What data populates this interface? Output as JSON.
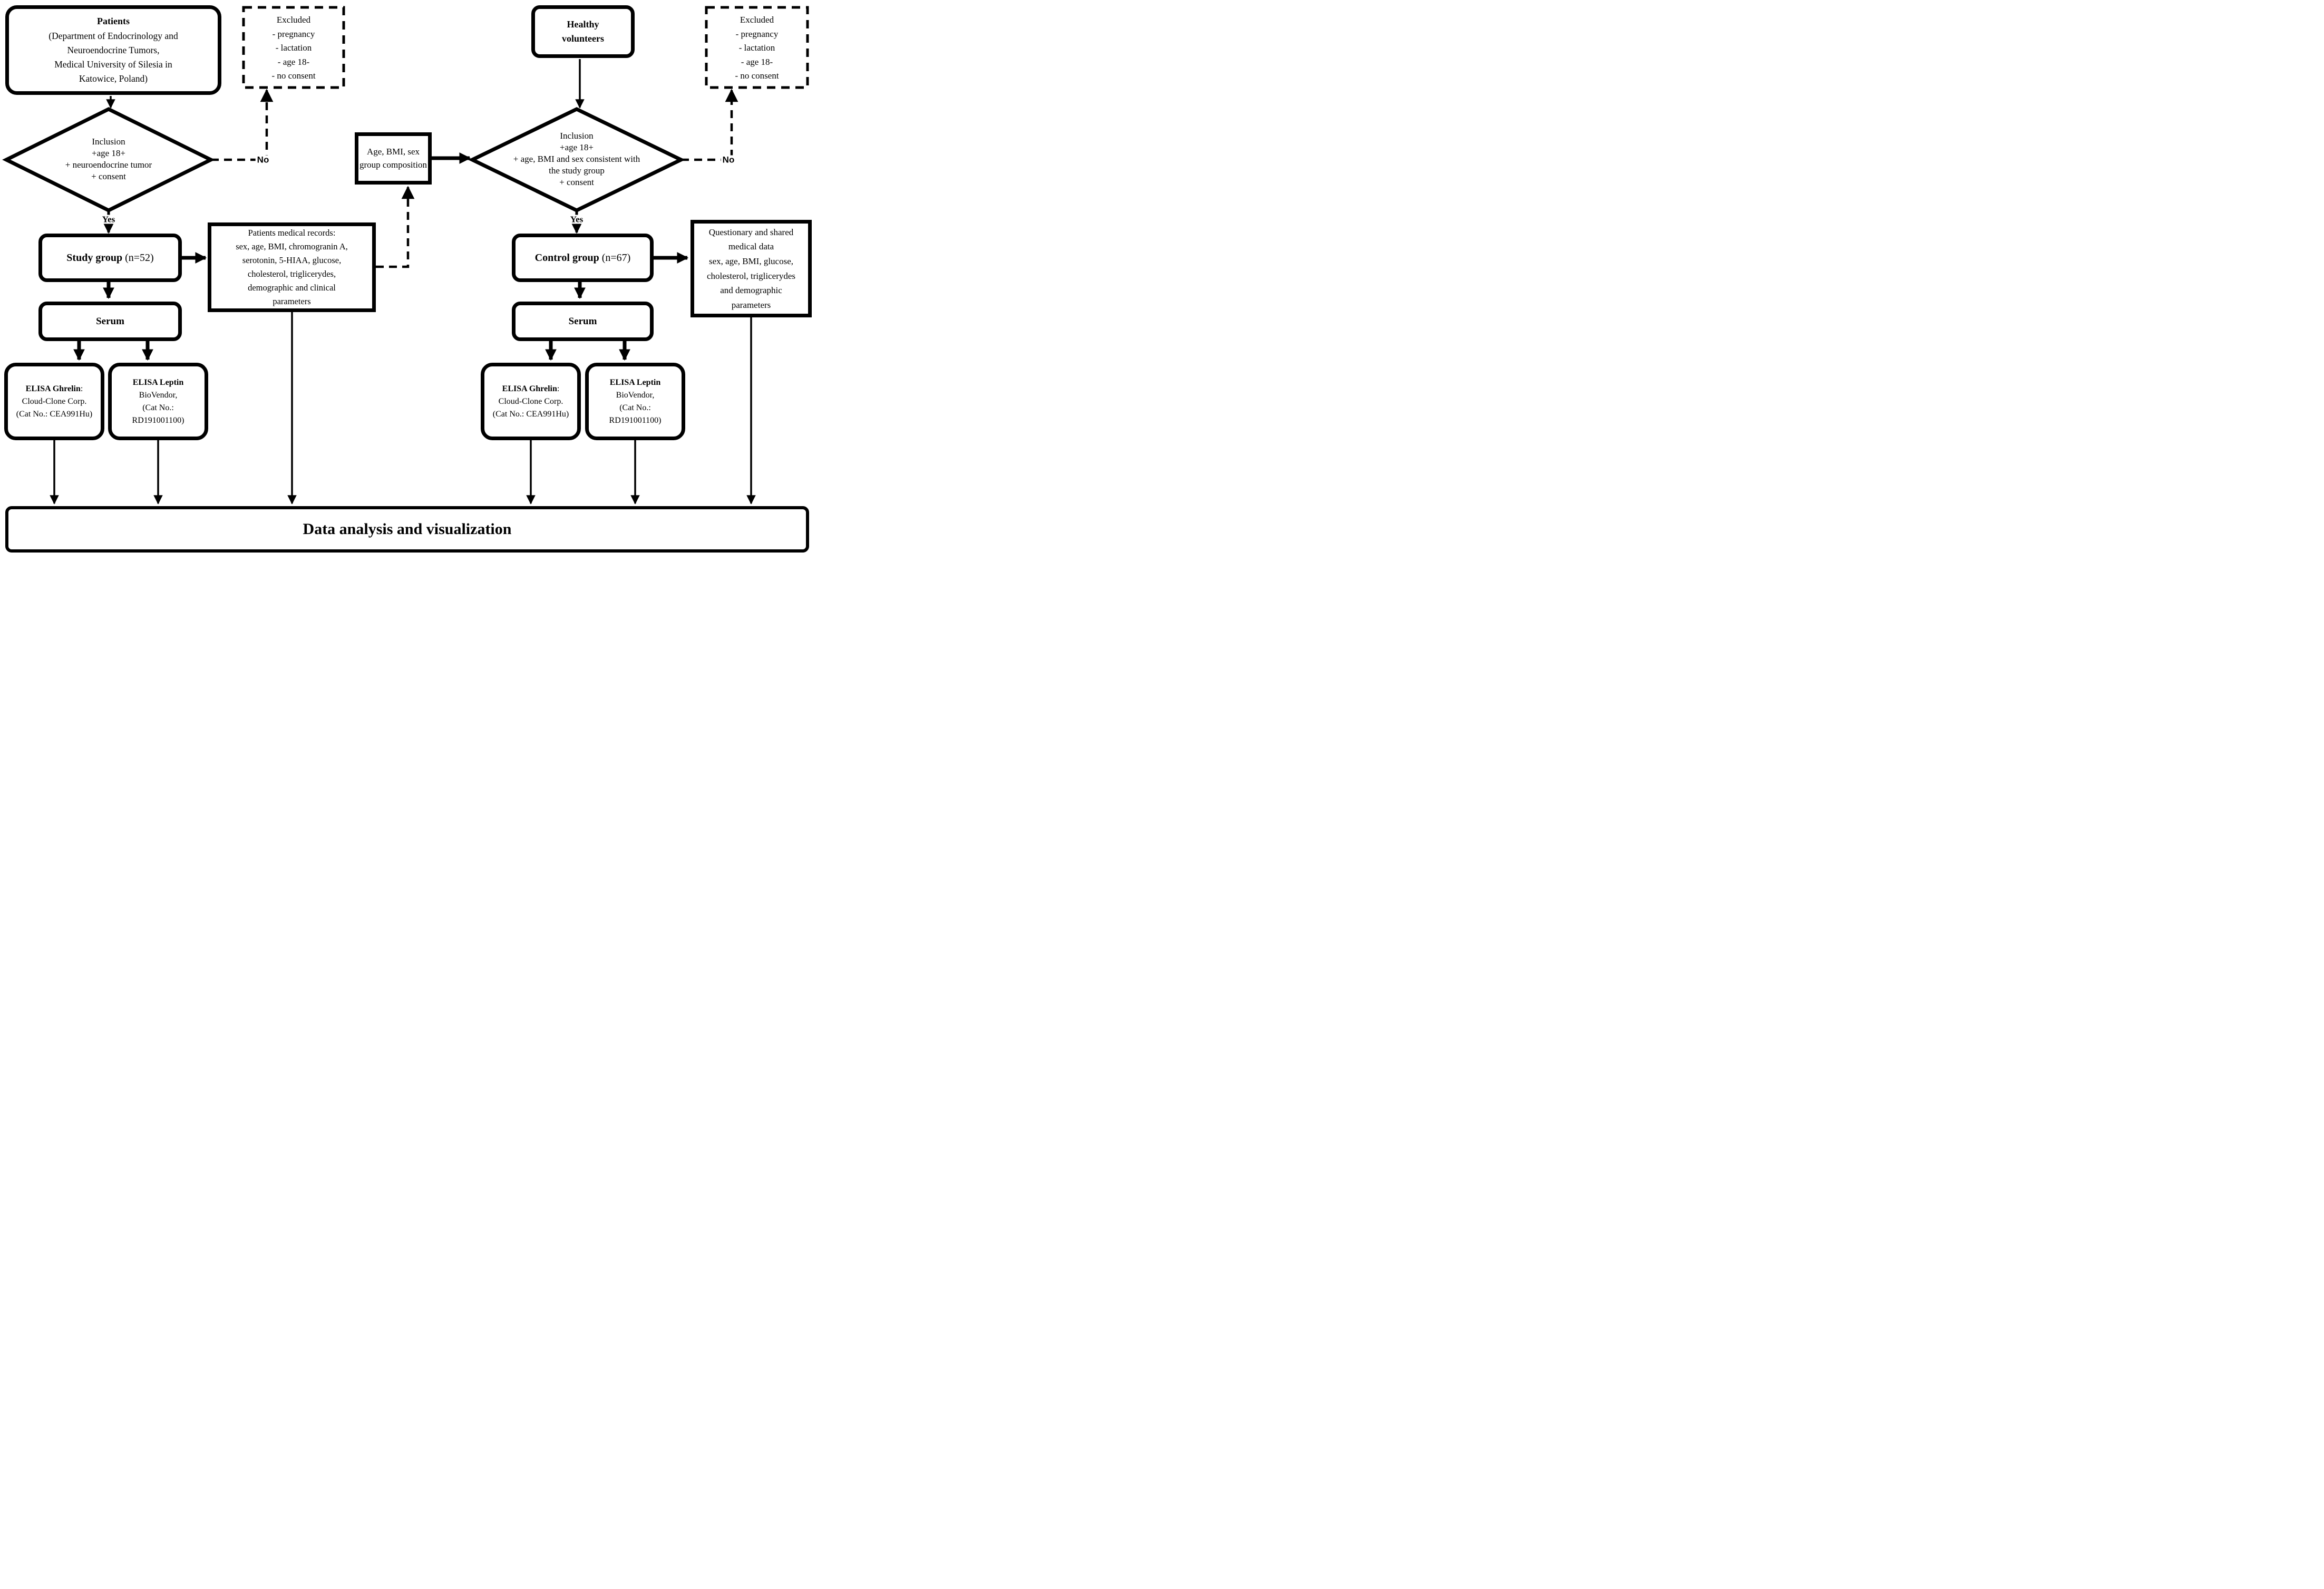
{
  "labels": {
    "yes": "Yes",
    "no": "No"
  },
  "colors": {
    "ink": "#000000",
    "background": "#ffffff"
  },
  "boxes": {
    "patients": {
      "title": "Patients",
      "lines": [
        "(Department of Endocrinology and",
        "Neuroendocrine Tumors,",
        "Medical University of Silesia in",
        "Katowice, Poland)"
      ]
    },
    "healthy": {
      "lines": [
        "Healthy",
        "volunteers"
      ]
    },
    "excluded": {
      "title": "Excluded",
      "items": [
        "- pregnancy",
        "- lactation",
        "- age 18-",
        "- no consent"
      ]
    },
    "inclusion_left": {
      "lines": [
        "Inclusion",
        "+age 18+",
        "+ neuroendocrine tumor",
        "+ consent"
      ]
    },
    "inclusion_right": {
      "lines": [
        "Inclusion",
        "+age 18+",
        "+ age, BMI and sex consistent with",
        "the study group",
        "+ consent"
      ]
    },
    "study_group": {
      "bold": "Study group",
      "rest": " (n=52)"
    },
    "control_group": {
      "bold": "Control group",
      "rest": " (n=67)"
    },
    "serum": "Serum",
    "elisa_ghrelin": {
      "bold": "ELISA Ghrelin",
      "colon": ":",
      "lines": [
        "Cloud-Clone Corp.",
        "(Cat No.: CEA991Hu)"
      ]
    },
    "elisa_leptin": {
      "bold": "ELISA Leptin",
      "lines": [
        "BioVendor,",
        "(Cat No.:",
        "RD191001100)"
      ]
    },
    "records": {
      "lines": [
        "Patients medical records:",
        "sex, age, BMI, chromogranin A,",
        "serotonin, 5-HIAA, glucose,",
        "cholesterol, triglicerydes,",
        "demographic and clinical",
        "parameters"
      ]
    },
    "age_bmi": {
      "lines": [
        "Age, BMI, sex",
        "group composition"
      ]
    },
    "questionary": {
      "lines": [
        "Questionary and shared",
        "medical data",
        "sex, age, BMI, glucose,",
        "cholesterol, triglicerydes",
        "and demographic",
        "parameters"
      ]
    },
    "data_analysis": "Data analysis and visualization"
  }
}
